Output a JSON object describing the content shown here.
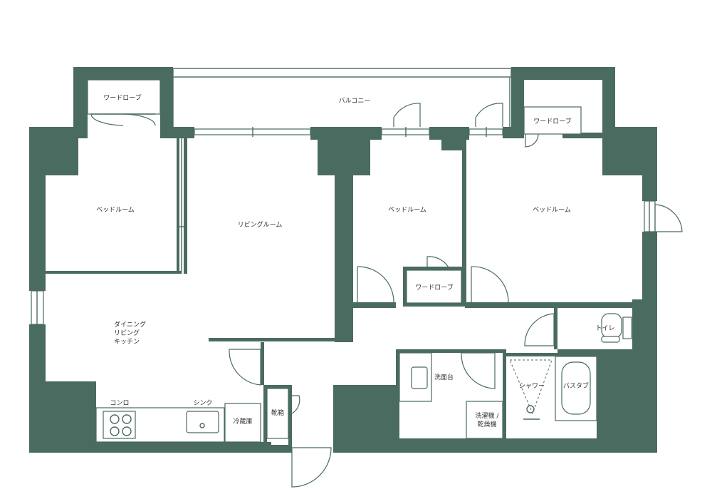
{
  "labels": {
    "balcony": "バルコニー",
    "wardrobe_left": "ワードローブ",
    "wardrobe_right": "ワードローブ",
    "wardrobe_center": "ワードローブ",
    "bedroom_left": "ベッドルーム",
    "living_room": "リビングルーム",
    "bedroom_center": "ベッドルーム",
    "bedroom_right": "ベッドルーム",
    "dlk_line1": "ダイニング",
    "dlk_line2": "リビング",
    "dlk_line3": "キッチン",
    "stove": "コンロ",
    "sink": "シンク",
    "fridge": "冷蔵庫",
    "shoe_box": "靴箱",
    "vanity": "洗面台",
    "washer_line1": "洗濯機 /",
    "washer_line2": "乾燥機",
    "shower": "シャワー",
    "bathtub": "バスタブ",
    "toilet": "トイレ"
  },
  "colors": {
    "wall": "#4a6b5f",
    "background": "#ffffff",
    "text": "#333333"
  }
}
